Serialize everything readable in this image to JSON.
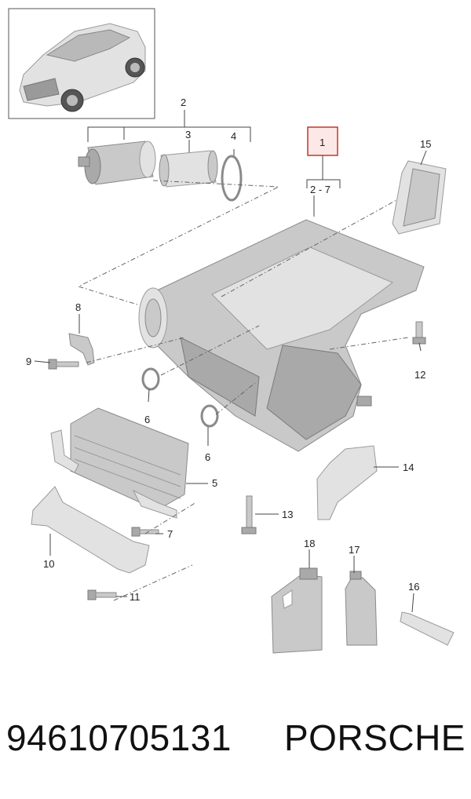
{
  "callouts": {
    "c1": "1",
    "c2": "2",
    "c2_7": "2 - 7",
    "c3": "3",
    "c4": "4",
    "c5": "5",
    "c6a": "6",
    "c6b": "6",
    "c7": "7",
    "c8": "8",
    "c9": "9",
    "c10": "10",
    "c11": "11",
    "c12": "12",
    "c13": "13",
    "c14": "14",
    "c15": "15",
    "c16": "16",
    "c17": "17",
    "c18": "18"
  },
  "footer": {
    "part_number": "94610705131",
    "brand": "PORSCHE"
  },
  "colors": {
    "highlight_box": "#c0392b",
    "highlight_fill": "#fde8e8"
  }
}
